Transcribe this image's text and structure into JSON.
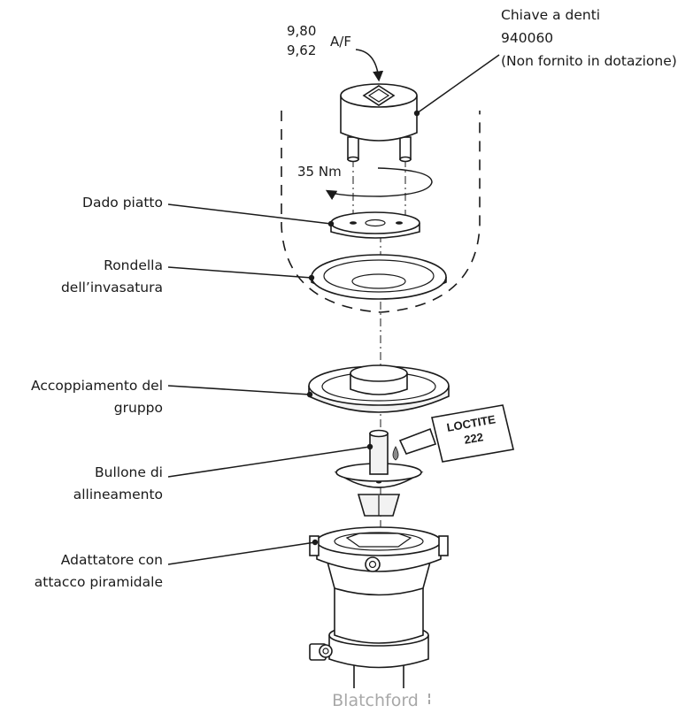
{
  "labels": {
    "af_top": "9,80",
    "af_bottom": "9,62",
    "af_unit": "A/F",
    "wrench_line1": "Chiave a denti",
    "wrench_line2": "940060",
    "wrench_line3": "(Non fornito in dotazione)",
    "torque": "35 Nm",
    "flat_nut": "Dado piatto",
    "socket_washer_line1": "Rondella",
    "socket_washer_line2": "dell’invasatura",
    "coupling_line1": "Accoppiamento del",
    "coupling_line2": "gruppo",
    "bolt_line1": "Bullone di",
    "bolt_line2": "allineamento",
    "adapter_line1": "Adattatore con",
    "adapter_line2": "attacco piramidale"
  },
  "loctite": {
    "name": "LOCTITE",
    "number": "222"
  },
  "brand": "Blatchford",
  "colors": {
    "ink": "#1a1a1a",
    "brand_grey": "#a8a8a8",
    "part_fill": "#ffffff",
    "shade_fill": "#f2f2f2"
  }
}
